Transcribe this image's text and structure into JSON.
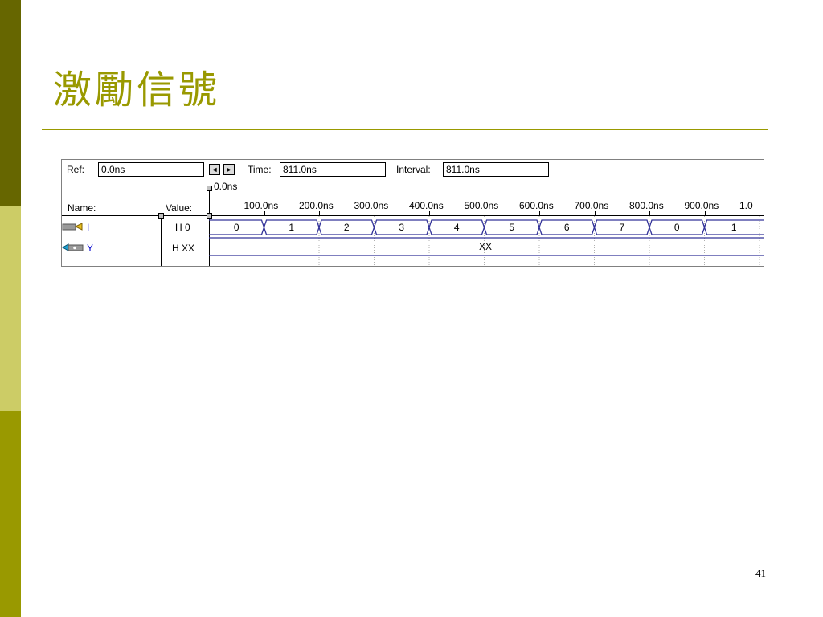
{
  "slide": {
    "title": "激勵信號",
    "page_number": "41",
    "colors": {
      "accent": "#999900",
      "dark": "#666600",
      "light": "#cccc66",
      "wave": "#333399",
      "name_blue": "#0000cc"
    }
  },
  "simulator": {
    "ref_label": "Ref:",
    "ref_value": "0.0ns",
    "time_label": "Time:",
    "time_value": "811.0ns",
    "interval_label": "Interval:",
    "interval_value": "811.0ns",
    "cursor_label": "0.0ns",
    "name_header": "Name:",
    "value_header": "Value:",
    "prev_icon": "left-arrow-icon",
    "next_icon": "right-arrow-icon",
    "ticks": [
      "100.0ns",
      "200.0ns",
      "300.0ns",
      "400.0ns",
      "500.0ns",
      "600.0ns",
      "700.0ns",
      "800.0ns",
      "900.0ns",
      "1.0"
    ],
    "signals": [
      {
        "name": "I",
        "value": "H 0",
        "icon": "input-pin-icon",
        "segments": [
          "0",
          "1",
          "2",
          "3",
          "4",
          "5",
          "6",
          "7",
          "0",
          "1"
        ]
      },
      {
        "name": "Y",
        "value": "H XX",
        "icon": "output-pin-icon",
        "segments": [
          "XX"
        ]
      }
    ]
  }
}
